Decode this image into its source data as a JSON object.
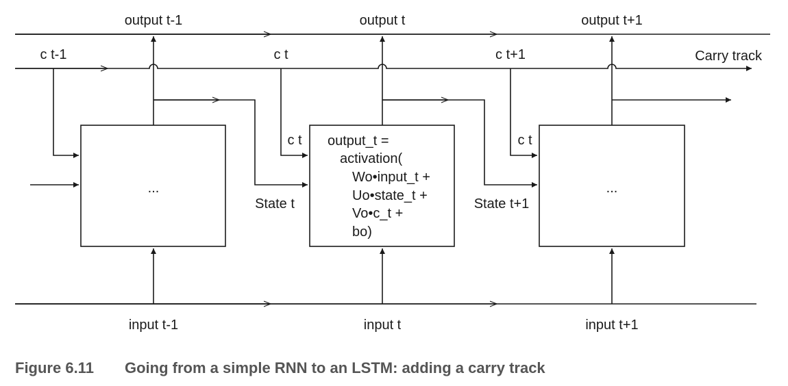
{
  "diagram": {
    "outputs": [
      "output t-1",
      "output t",
      "output t+1"
    ],
    "inputs": [
      "input t-1",
      "input t",
      "input t+1"
    ],
    "carry_labels_top": [
      "c t-1",
      "c t",
      "c t+1"
    ],
    "carry_track_label": "Carry track",
    "box_carry_labels": [
      "c t",
      "c t"
    ],
    "state_labels": [
      "State t",
      "State t+1"
    ],
    "box_left_text": "...",
    "box_right_text": "...",
    "box_middle_lines": [
      "output_t =",
      "activation(",
      "Wo•input_t +",
      "Uo•state_t +",
      "Vo•c_t +",
      "bo)"
    ],
    "colors": {
      "line": "#1a1a1a",
      "caption": "#555555"
    }
  },
  "caption": {
    "number": "Figure 6.11",
    "text": "Going from a simple RNN to an LSTM: adding a carry track"
  }
}
